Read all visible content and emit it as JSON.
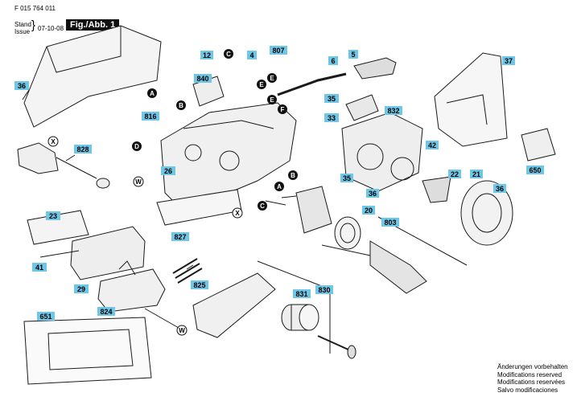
{
  "header": {
    "doc_number": "F 015 764 011",
    "stand_label": "Stand",
    "issue_label": "Issue",
    "brace": "}",
    "date": "07-10-08",
    "figure_label": "Fig./Abb. 1"
  },
  "callouts": [
    "36",
    "828",
    "23",
    "41",
    "29",
    "824",
    "825",
    "651",
    "12",
    "4",
    "807",
    "6",
    "5",
    "37",
    "840",
    "816",
    "26",
    "827",
    "35",
    "832",
    "33",
    "42",
    "22",
    "21",
    "35",
    "36",
    "36",
    "650",
    "20",
    "803",
    "831",
    "830"
  ],
  "markers": [
    "C",
    "E",
    "E",
    "A",
    "B",
    "E",
    "F",
    "D",
    "X",
    "X",
    "W",
    "B",
    "A",
    "C",
    "W"
  ],
  "notes": [
    "Änderungen vorbehalten",
    "Modifications reserved",
    "Modifications reservées",
    "Salvo modificaciones"
  ],
  "colors": {
    "callout_bg": "#6fc7e8",
    "line": "#1a1a1a"
  }
}
